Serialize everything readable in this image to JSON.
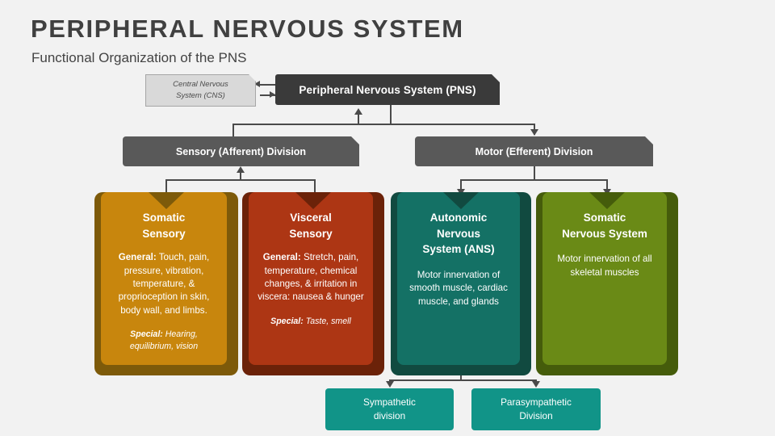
{
  "page": {
    "title": "PERIPHERAL NERVOUS SYSTEM",
    "subtitle": "Functional Organization of the PNS",
    "background_color": "#f2f2f2"
  },
  "top": {
    "cns": {
      "line1": "Central Nervous",
      "line2": "System (CNS)",
      "color": "#d9d9d9"
    },
    "pns": {
      "label": "Peripheral Nervous System (PNS)",
      "color": "#3a3a3a"
    }
  },
  "divisions": [
    {
      "id": "sensory",
      "label": "Sensory (Afferent) Division",
      "color": "#595959"
    },
    {
      "id": "motor",
      "label": "Motor (Efferent) Division",
      "color": "#595959"
    }
  ],
  "cards": [
    {
      "id": "somatic-sensory",
      "title_line1": "Somatic",
      "title_line2": "Sensory",
      "body_label": "General:",
      "body_text": " Touch, pain, pressure, vibration, temperature, & proprioception in skin, body wall, and limbs.",
      "special_label": "Special:",
      "special_text": " Hearing, equilibrium, vision",
      "color": "#c8860d",
      "shell_color": "#7d5a0a"
    },
    {
      "id": "visceral-sensory",
      "title_line1": "Visceral",
      "title_line2": "Sensory",
      "body_label": "General:",
      "body_text": " Stretch, pain, temperature, chemical changes, & irritation in viscera: nausea & hunger",
      "special_label": "Special:",
      "special_text": " Taste, smell",
      "color": "#ad3614",
      "shell_color": "#6b2209"
    },
    {
      "id": "ans",
      "title_line1": "Autonomic",
      "title_line2": "Nervous",
      "title_line3": "System (ANS)",
      "body_label": "",
      "body_text": "Motor innervation of smooth muscle, cardiac muscle, and glands",
      "special_label": "",
      "special_text": "",
      "color": "#147165",
      "shell_color": "#114a40"
    },
    {
      "id": "somatic-ns",
      "title_line1": "Somatic",
      "title_line2": "Nervous System",
      "body_label": "",
      "body_text": "Motor innervation of all skeletal muscles",
      "special_label": "",
      "special_text": "",
      "color": "#6a8a16",
      "shell_color": "#455c0b"
    }
  ],
  "leaves": [
    {
      "id": "sympathetic",
      "line1": "Sympathetic",
      "line2": "division",
      "color": "#119488"
    },
    {
      "id": "parasympathetic",
      "line1": "Parasympathetic",
      "line2": "Division",
      "color": "#119488"
    }
  ],
  "connector_color": "#4a4a4a"
}
